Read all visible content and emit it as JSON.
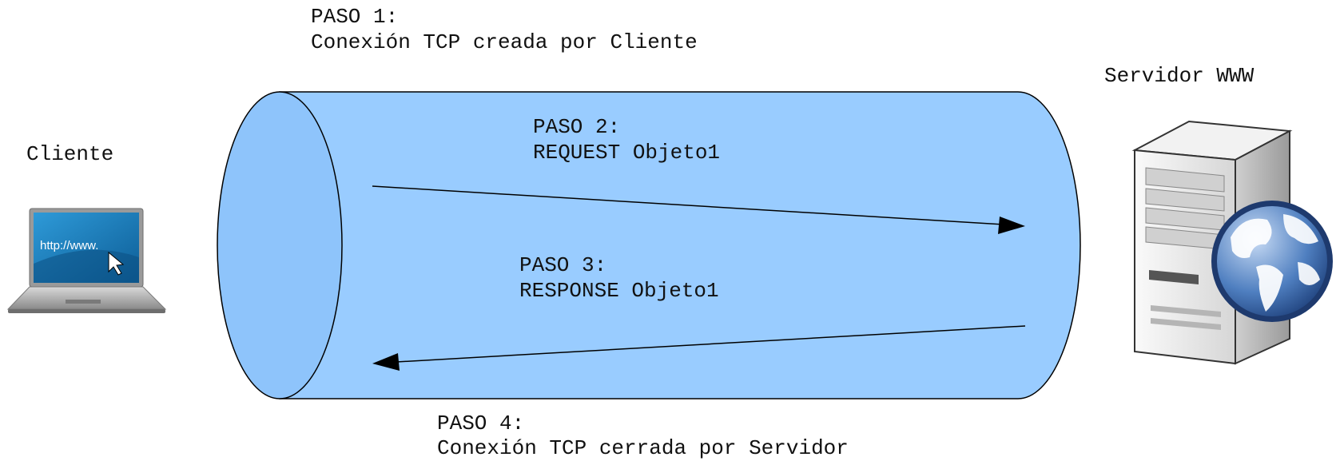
{
  "steps": {
    "step1": {
      "title": "PASO 1:",
      "text": "Conexión TCP creada por Cliente"
    },
    "step2": {
      "title": "PASO 2:",
      "text": "REQUEST Objeto1"
    },
    "step3": {
      "title": "PASO 3:",
      "text": "RESPONSE Objeto1"
    },
    "step4": {
      "title": "PASO 4:",
      "text": "Conexión TCP cerrada por Servidor"
    }
  },
  "nodes": {
    "client": {
      "label": "Cliente",
      "screen_text": "http://www."
    },
    "server": {
      "label": "Servidor WWW"
    }
  },
  "colors": {
    "tube_fill": "#99ccff",
    "tube_face": "#8ec4fb",
    "stroke": "#000000",
    "laptop_screen": "#1a78b8"
  }
}
